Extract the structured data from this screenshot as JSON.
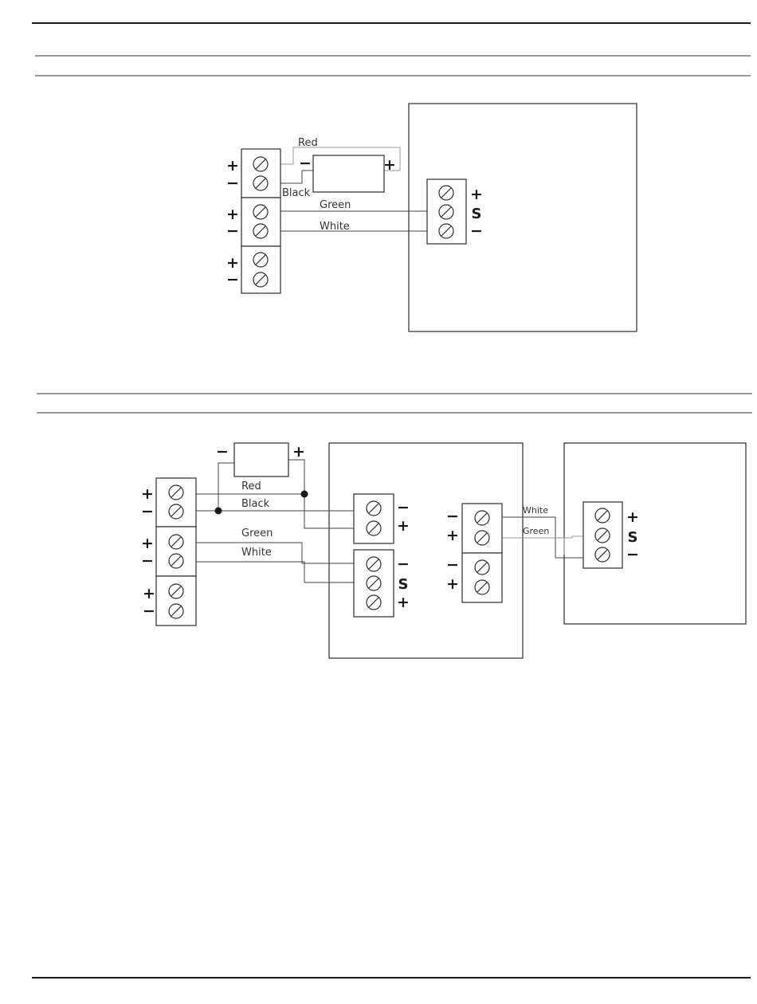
{
  "diagram1": {
    "wire_labels": {
      "red": "Red",
      "black": "Black",
      "green": "Green",
      "white": "White"
    },
    "left_block_polarity": [
      "+",
      "−",
      "+",
      "−",
      "+",
      "−"
    ],
    "power_supply_polarity": {
      "negative": "−",
      "positive": "+"
    },
    "right_terminal_labels": [
      "+",
      "S",
      "−"
    ]
  },
  "diagram2": {
    "wire_labels": {
      "red": "Red",
      "black": "Black",
      "green": "Green",
      "white": "White",
      "white_right": "White",
      "green_right": "Green"
    },
    "left_block_polarity": [
      "+",
      "−",
      "+",
      "−",
      "+",
      "−"
    ],
    "power_supply_polarity": {
      "negative": "−",
      "positive": "+"
    },
    "middle_in_upper_labels": [
      "−",
      "+"
    ],
    "middle_in_lower_labels": [
      "−",
      "S",
      "+"
    ],
    "middle_out_labels": [
      "−",
      "+",
      "−",
      "+"
    ],
    "right_terminal_labels": [
      "+",
      "S",
      "−"
    ]
  },
  "colors": {
    "line": "#2b2b2b",
    "light_wire": "#999999",
    "background": "#ffffff"
  }
}
